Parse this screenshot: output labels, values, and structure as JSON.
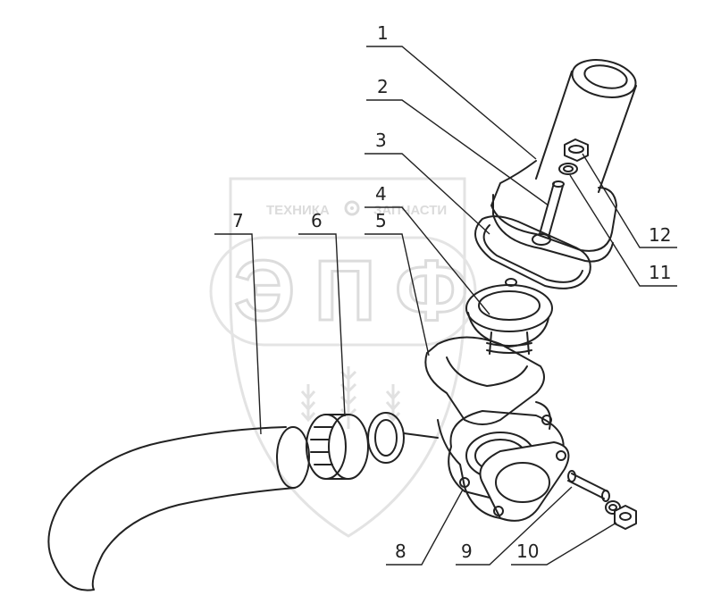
{
  "watermark": {
    "left_word": "ТЕХНИКА",
    "right_word": "ЗАПЧАСТИ",
    "big_letters": "ЭПФ"
  },
  "callouts": [
    "1",
    "2",
    "3",
    "4",
    "5",
    "6",
    "7",
    "8",
    "9",
    "10",
    "11",
    "12"
  ],
  "parts": [
    "outlet-pipe",
    "stud",
    "gasket",
    "thermostat",
    "thermostat-housing",
    "hose-clamp",
    "water-hose",
    "housing-body",
    "gasket-lower",
    "bolt",
    "washer",
    "nut"
  ],
  "colors": {
    "line": "#222222",
    "watermark": "#d8d8d8",
    "background": "#ffffff"
  }
}
